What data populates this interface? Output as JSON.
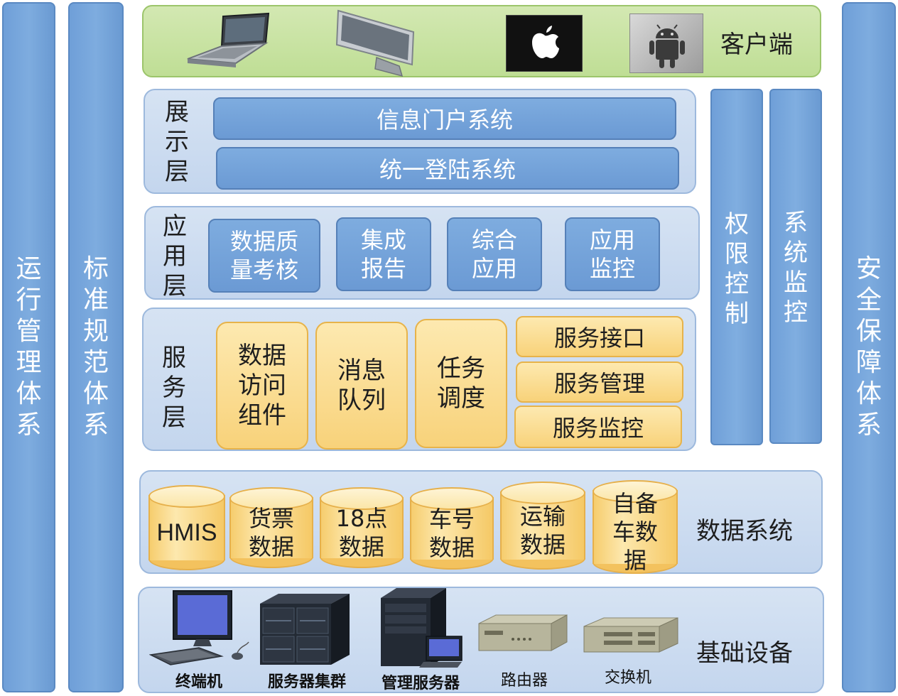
{
  "pillars": {
    "ops": "运行管理体系",
    "standards": "标准规范体系",
    "security": "安全保障体系",
    "permission": "权限控制",
    "monitor": "系统监控"
  },
  "client": {
    "title": "客户端",
    "icons": [
      "laptop-icon",
      "monitor-icon",
      "apple-icon",
      "android-icon"
    ]
  },
  "presentation": {
    "label": "展示层",
    "bars": [
      "信息门户系统",
      "统一登陆系统"
    ]
  },
  "application": {
    "label": "应用层",
    "boxes": [
      "数据质\n量考核",
      "集成\n报告",
      "综合\n应用",
      "应用\n监控"
    ]
  },
  "service": {
    "label": "服务层",
    "boxes": [
      "数据\n访问\n组件",
      "消息\n队列",
      "任务\n调度"
    ],
    "bars": [
      "服务接口",
      "服务管理",
      "服务监控"
    ]
  },
  "data": {
    "title": "数据系统",
    "stores": [
      "HMIS",
      "货票\n数据",
      "18点\n数据",
      "车号\n数据",
      "运输\n数据",
      "自备\n车数\n据"
    ]
  },
  "infra": {
    "title": "基础设备",
    "devices": [
      "终端机",
      "服务器集群",
      "管理服务器",
      "路由器",
      "交换机"
    ]
  },
  "colors": {
    "pillar_blue": "#74a3da",
    "client_green": "#c6e2a0",
    "layer_blue": "#cfdef1",
    "box_yellow": "#fbdf96"
  }
}
